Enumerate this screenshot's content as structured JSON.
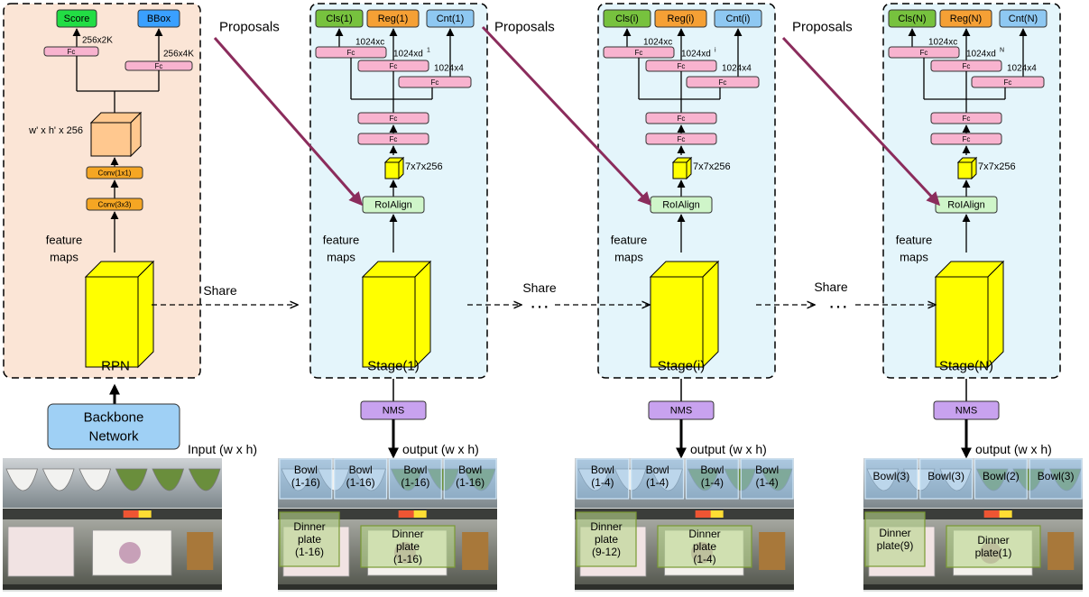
{
  "rpn": {
    "score": "Score",
    "bbox": "BBox",
    "fc_label": "Fc",
    "dim_score": "256x2K",
    "dim_bbox": "256x4K",
    "volume_dim": "w' x h' x 256",
    "conv1": "Conv(1x1)",
    "conv3": "Conv(3x3)",
    "feature_line1": "feature",
    "feature_line2": "maps",
    "name": "RPN"
  },
  "backbone": {
    "line1": "Backbone",
    "line2": "Network"
  },
  "input_label": "Input (w x h)",
  "proposals": "Proposals",
  "share": "Share",
  "ellipsis": "···",
  "stages": [
    {
      "cls": "Cls(1)",
      "reg": "Reg(1)",
      "cnt": "Cnt(1)",
      "dim_c": "1024xc",
      "dim_d": "1024xd",
      "dim_d_sup": "1",
      "dim_4": "1024x4",
      "roi_dim": "7x7x256",
      "roialign": "RoIAlign",
      "feature_line1": "feature",
      "feature_line2": "maps",
      "name": "Stage(1)",
      "nms": "NMS",
      "output": "output (w x h)",
      "detections": {
        "bowls": [
          "Bowl\n(1-16)",
          "Bowl\n(1-16)",
          "Bowl\n(1-16)",
          "Bowl\n(1-16)"
        ],
        "plates": [
          "Dinner\nplate\n(1-16)",
          "Dinner\nplate\n(1-16)"
        ]
      }
    },
    {
      "cls": "Cls(i)",
      "reg": "Reg(i)",
      "cnt": "Cnt(i)",
      "dim_c": "1024xc",
      "dim_d": "1024xd",
      "dim_d_sup": "i",
      "dim_4": "1024x4",
      "roi_dim": "7x7x256",
      "roialign": "RoIAlign",
      "feature_line1": "feature",
      "feature_line2": "maps",
      "name": "Stage(i)",
      "nms": "NMS",
      "output": "output (w x h)",
      "detections": {
        "bowls": [
          "Bowl\n(1-4)",
          "Bowl\n(1-4)",
          "Bowl\n(1-4)",
          "Bowl\n(1-4)"
        ],
        "plates": [
          "Dinner\nplate\n(9-12)",
          "Dinner\nplate\n(1-4)"
        ]
      }
    },
    {
      "cls": "Cls(N)",
      "reg": "Reg(N)",
      "cnt": "Cnt(N)",
      "dim_c": "1024xc",
      "dim_d": "1024xd",
      "dim_d_sup": "N",
      "dim_4": "1024x4",
      "roi_dim": "7x7x256",
      "roialign": "RoIAlign",
      "feature_line1": "feature",
      "feature_line2": "maps",
      "name": "Stage(N)",
      "nms": "NMS",
      "output": "output (w x h)",
      "detections": {
        "bowls": [
          "Bowl(3)",
          "Bowl(3)",
          "Bowl(2)",
          "Bowl(3)"
        ],
        "plates": [
          "Dinner\nplate(9)",
          "Dinner\nplate(1)"
        ]
      }
    }
  ],
  "colors": {
    "rpn_bg": "#fbe5d6",
    "stage_bg": "#e4f5fb",
    "fc": "#f8b3cf",
    "feature_map": "#ffff00",
    "score": "#22dd44",
    "bbox": "#3aa0ff",
    "cls": "#77c23e",
    "reg": "#f5a035",
    "cnt": "#8ec8f2",
    "roialign": "#cff5c9",
    "nms": "#c8a2ef",
    "conv": "#f5a623",
    "volume": "#ffc88f",
    "backbone": "#9fd0f5",
    "proposal_arrow": "#8b2c5c"
  }
}
